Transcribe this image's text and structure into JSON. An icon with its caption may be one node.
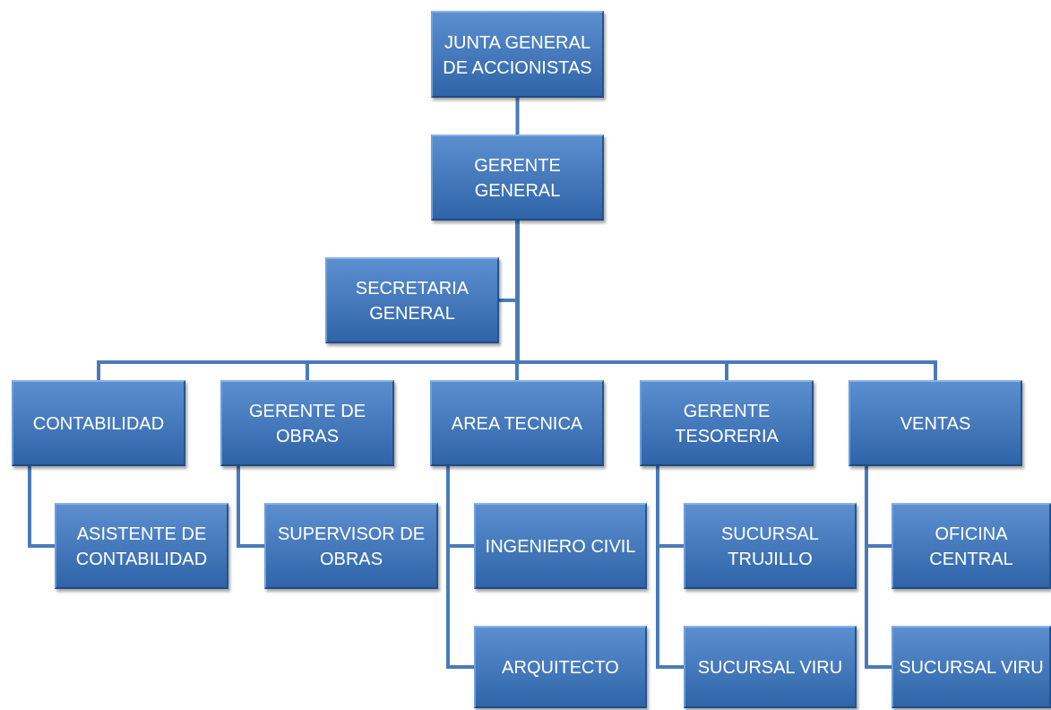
{
  "diagram": {
    "nodes": [
      {
        "text": [
          "JUNTA GENERAL DE ACCIONISTAS"
        ]
      },
      {
        "text": [
          "GERENTE GENERAL"
        ]
      },
      {
        "text": [
          "SECRETARIA GENERAL"
        ]
      },
      {
        "text": [
          "CONTABILIDAD"
        ]
      },
      {
        "text": [
          "GERENTE DE OBRAS"
        ]
      },
      {
        "text": [
          "AREA TECNICA"
        ]
      },
      {
        "text": [
          "GERENTE TESORERIA"
        ]
      },
      {
        "text": [
          "VENTAS"
        ]
      },
      {
        "text": [
          "ASISTENTE DE CONTABILIDAD"
        ]
      },
      {
        "text": [
          "SUPERVISOR DE OBRAS"
        ]
      },
      {
        "text": [
          "INGENIERO CIVIL"
        ]
      },
      {
        "text": [
          "ARQUITECTO"
        ]
      },
      {
        "text": [
          "SUCURSAL TRUJILLO"
        ]
      },
      {
        "text": [
          "SUCURSAL VIRU"
        ]
      },
      {
        "text": [
          "OFICINA CENTRAL"
        ]
      },
      {
        "text": [
          "SUCURSAL VIRU"
        ]
      }
    ],
    "edges": [
      {
        "from": 0,
        "to": 1,
        "arrow": "none"
      },
      {
        "from": 1,
        "to": 2,
        "arrow": "none"
      },
      {
        "from": 1,
        "to": 3,
        "arrow": "none"
      },
      {
        "from": 1,
        "to": 4,
        "arrow": "none"
      },
      {
        "from": 1,
        "to": 5,
        "arrow": "none"
      },
      {
        "from": 1,
        "to": 6,
        "arrow": "none"
      },
      {
        "from": 1,
        "to": 7,
        "arrow": "none"
      },
      {
        "from": 3,
        "to": 8,
        "arrow": "none"
      },
      {
        "from": 4,
        "to": 9,
        "arrow": "none"
      },
      {
        "from": 5,
        "to": 10,
        "arrow": "none"
      },
      {
        "from": 5,
        "to": 11,
        "arrow": "none"
      },
      {
        "from": 6,
        "to": 12,
        "arrow": "none"
      },
      {
        "from": 6,
        "to": 13,
        "arrow": "none"
      },
      {
        "from": 7,
        "to": 14,
        "arrow": "none"
      },
      {
        "from": 7,
        "to": 15,
        "arrow": "none"
      }
    ]
  }
}
